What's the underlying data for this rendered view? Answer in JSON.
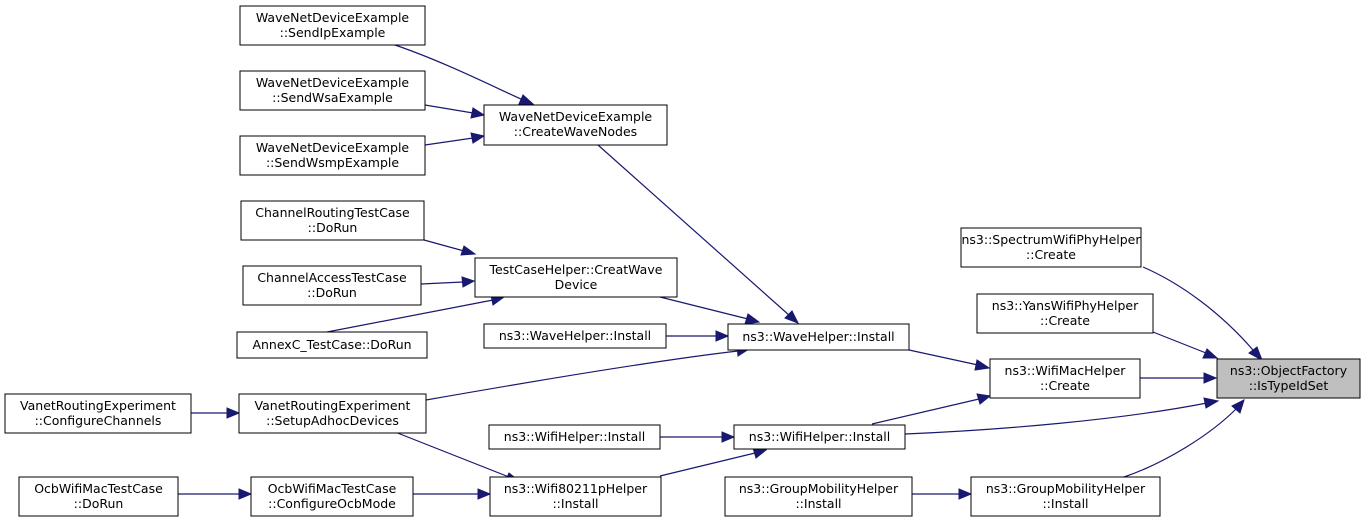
{
  "nodes": {
    "object_factory": {
      "line1": "ns3::ObjectFactory",
      "line2": "::IsTypeIdSet"
    },
    "spectrum_create": {
      "line1": "ns3::SpectrumWifiPhyHelper",
      "line2": "::Create"
    },
    "yans_create": {
      "line1": "ns3::YansWifiPhyHelper",
      "line2": "::Create"
    },
    "wifimac_create": {
      "line1": "ns3::WifiMacHelper",
      "line2": "::Create"
    },
    "wifi_install": {
      "line1": "ns3::WifiHelper::Install",
      "line2": ""
    },
    "groupmob_install": {
      "line1": "ns3::GroupMobilityHelper",
      "line2": "::Install"
    },
    "groupmob_install_caller": {
      "line1": "ns3::GroupMobilityHelper",
      "line2": "::Install"
    },
    "wave_install": {
      "line1": "ns3::WaveHelper::Install",
      "line2": ""
    },
    "wave_install_caller": {
      "line1": "ns3::WaveHelper::Install",
      "line2": ""
    },
    "wifi_install_caller": {
      "line1": "ns3::WifiHelper::Install",
      "line2": ""
    },
    "wifi80211p_install": {
      "line1": "ns3::Wifi80211pHelper",
      "line2": "::Install"
    },
    "create_wave_nodes": {
      "line1": "WaveNetDeviceExample",
      "line2": "::CreateWaveNodes"
    },
    "creat_wave_device": {
      "line1": "TestCaseHelper::CreatWave",
      "line2": "Device"
    },
    "setup_adhoc": {
      "line1": "VanetRoutingExperiment",
      "line2": "::SetupAdhocDevices"
    },
    "configure_ocb": {
      "line1": "OcbWifiMacTestCase",
      "line2": "::ConfigureOcbMode"
    },
    "send_ip": {
      "line1": "WaveNetDeviceExample",
      "line2": "::SendIpExample"
    },
    "send_wsa": {
      "line1": "WaveNetDeviceExample",
      "line2": "::SendWsaExample"
    },
    "send_wsmp": {
      "line1": "WaveNetDeviceExample",
      "line2": "::SendWsmpExample"
    },
    "channel_routing": {
      "line1": "ChannelRoutingTestCase",
      "line2": "::DoRun"
    },
    "channel_access": {
      "line1": "ChannelAccessTestCase",
      "line2": "::DoRun"
    },
    "annexc": {
      "line1": "AnnexC_TestCase::DoRun",
      "line2": ""
    },
    "configure_channels": {
      "line1": "VanetRoutingExperiment",
      "line2": "::ConfigureChannels"
    },
    "ocb_dorun": {
      "line1": "OcbWifiMacTestCase",
      "line2": "::DoRun"
    }
  },
  "colors": {
    "edge": "#191970",
    "root_fill": "#bfbfbf",
    "node_fill": "#ffffff",
    "node_border": "#000000"
  }
}
